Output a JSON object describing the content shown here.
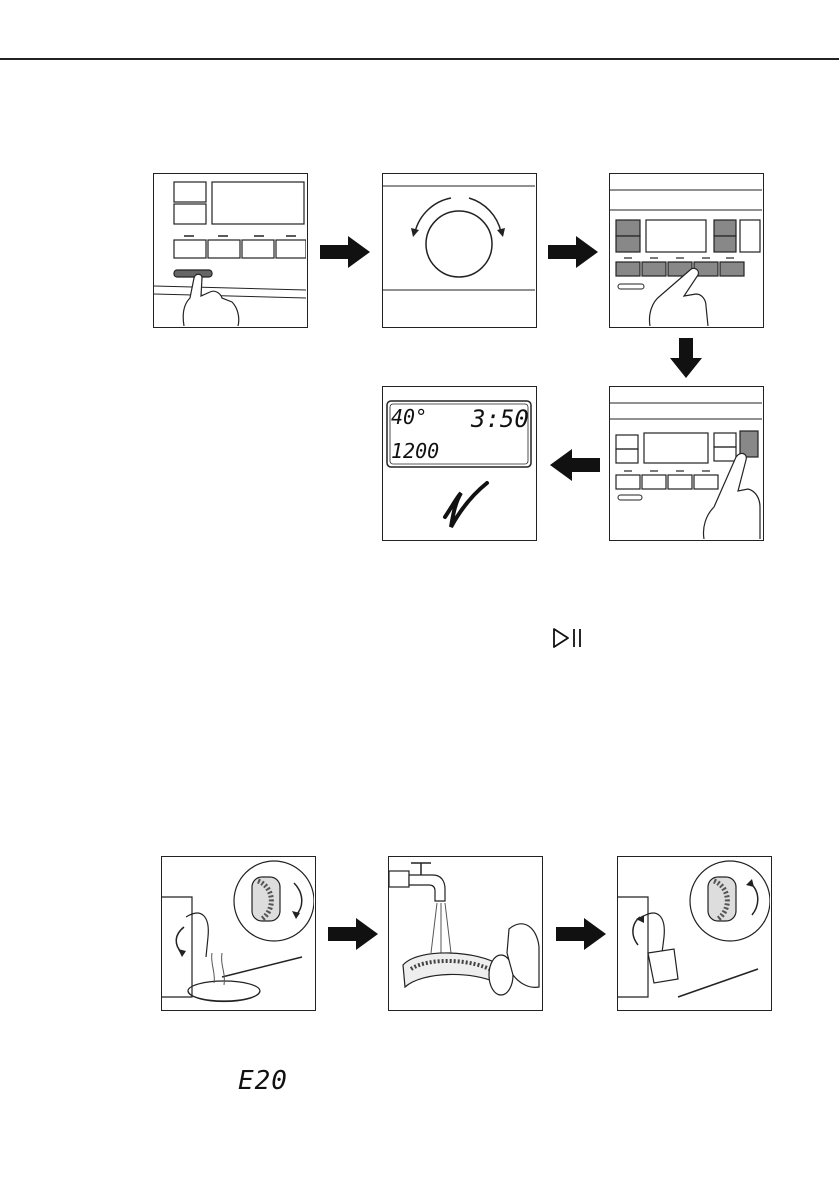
{
  "display": {
    "temperature": "40°",
    "time": "3:50",
    "spin": "1200"
  },
  "error_code": "E20",
  "icons": [
    "hand-pointing-icon",
    "dial-rotate-icon",
    "checkmark-icon",
    "play-pause-icon",
    "arrow-icon",
    "filter-icon",
    "tap-icon"
  ]
}
